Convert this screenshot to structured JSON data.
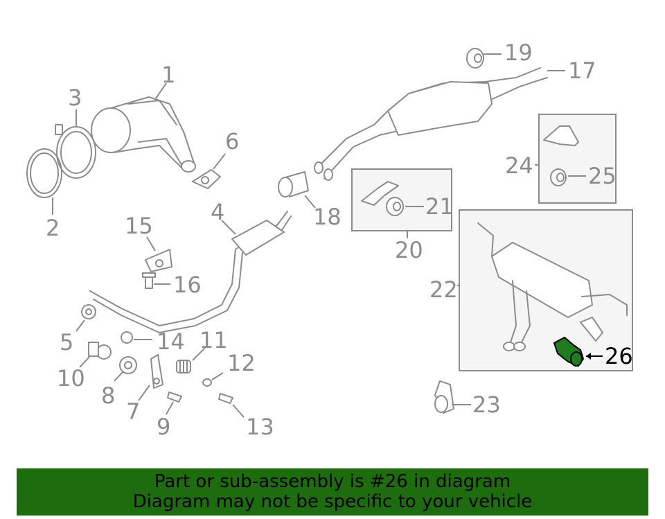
{
  "callouts": {
    "c1": "1",
    "c2": "2",
    "c3": "3",
    "c4": "4",
    "c5": "5",
    "c6": "6",
    "c7": "7",
    "c8": "8",
    "c9": "9",
    "c10": "10",
    "c11": "11",
    "c12": "12",
    "c13": "13",
    "c14": "14",
    "c15": "15",
    "c16": "16",
    "c17": "17",
    "c18": "18",
    "c19": "19",
    "c20": "20",
    "c21": "21",
    "c22": "22",
    "c23": "23",
    "c24": "24",
    "c25": "25",
    "c26": "26"
  },
  "highlight_color": "#1e7d1e",
  "banner": {
    "line1": "Part or sub-assembly is #26 in diagram",
    "line2": "Diagram may not be specific to your vehicle",
    "background": "#1d6c0d"
  }
}
